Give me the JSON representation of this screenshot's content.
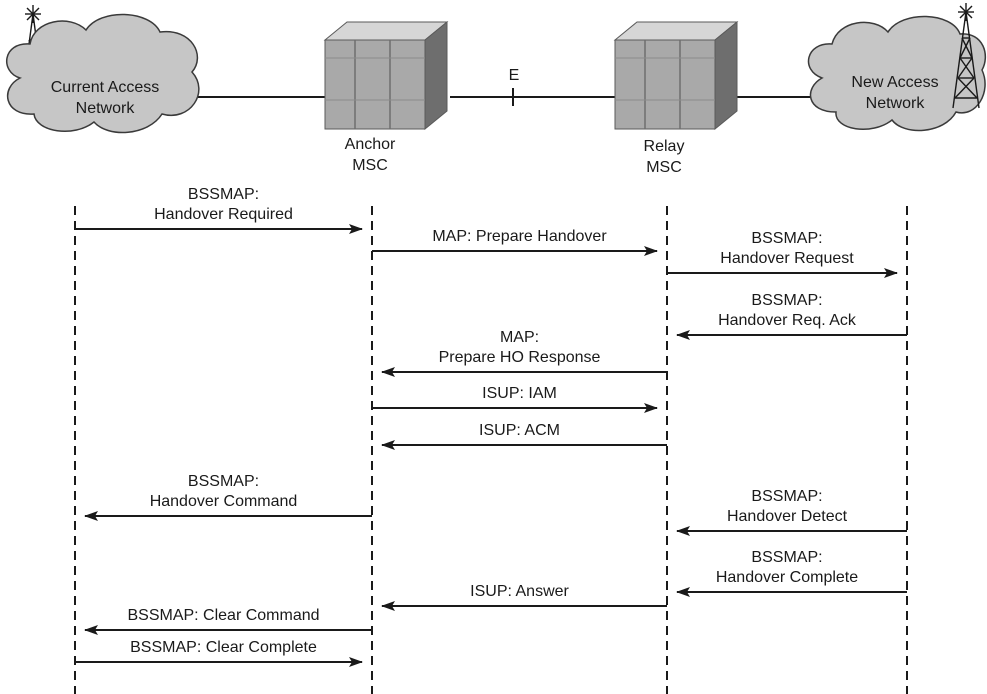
{
  "colors": {
    "ink": "#1a1a1a",
    "cloud_fill": "#c6c6c6",
    "cloud_stroke": "#3a3a3a",
    "msc_front": "#a9a9a9",
    "msc_top": "#d6d6d6",
    "msc_side": "#6e6e6e",
    "msc_lines": "#5a5a5a"
  },
  "nodes": {
    "current_access_network": {
      "line1": "Current Access",
      "line2": "Network",
      "icon": "cloud-icon"
    },
    "anchor_msc": {
      "line1": "Anchor",
      "line2": "MSC",
      "icon": "switch-icon"
    },
    "relay_msc": {
      "line1": "Relay",
      "line2": "MSC",
      "icon": "switch-icon"
    },
    "new_access_network": {
      "line1": "New Access",
      "line2": "Network",
      "icon": "cloud-icon"
    }
  },
  "interface_label": "E",
  "messages": [
    {
      "id": "m1",
      "from": 0,
      "to": 1,
      "lines": [
        "BSSMAP:",
        "Handover Required"
      ]
    },
    {
      "id": "m2",
      "from": 1,
      "to": 2,
      "lines": [
        "MAP: Prepare Handover"
      ]
    },
    {
      "id": "m3",
      "from": 2,
      "to": 3,
      "lines": [
        "BSSMAP:",
        "Handover Request"
      ]
    },
    {
      "id": "m4",
      "from": 3,
      "to": 2,
      "lines": [
        "BSSMAP:",
        "Handover Req. Ack"
      ]
    },
    {
      "id": "m5",
      "from": 2,
      "to": 1,
      "lines": [
        "MAP:",
        "Prepare HO Response"
      ]
    },
    {
      "id": "m6",
      "from": 1,
      "to": 2,
      "lines": [
        "ISUP: IAM"
      ]
    },
    {
      "id": "m7",
      "from": 2,
      "to": 1,
      "lines": [
        "ISUP: ACM"
      ]
    },
    {
      "id": "m8",
      "from": 1,
      "to": 0,
      "lines": [
        "BSSMAP:",
        "Handover Command"
      ]
    },
    {
      "id": "m9",
      "from": 3,
      "to": 2,
      "lines": [
        "BSSMAP:",
        "Handover Detect"
      ]
    },
    {
      "id": "m10",
      "from": 3,
      "to": 2,
      "lines": [
        "BSSMAP:",
        "Handover Complete"
      ]
    },
    {
      "id": "m11",
      "from": 2,
      "to": 1,
      "lines": [
        "ISUP: Answer"
      ]
    },
    {
      "id": "m12",
      "from": 1,
      "to": 0,
      "lines": [
        "BSSMAP: Clear Command"
      ]
    },
    {
      "id": "m13",
      "from": 0,
      "to": 1,
      "lines": [
        "BSSMAP: Clear Complete"
      ]
    }
  ]
}
